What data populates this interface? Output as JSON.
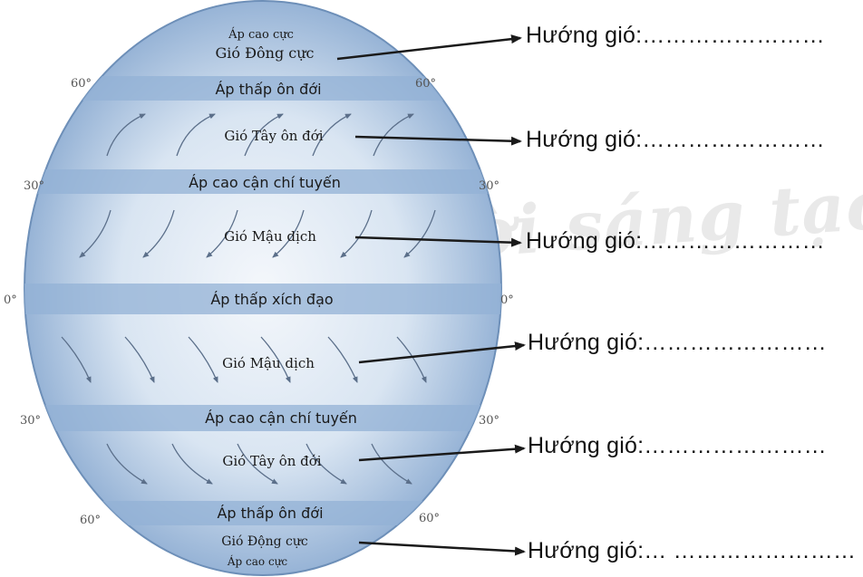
{
  "watermark": "Chân trời sáng tạo",
  "globe": {
    "belts": {
      "polar_high_top": "Áp cao cực",
      "polar_east_top": "Gió Đông cực",
      "subpolar_low_top": "Áp thấp ôn đới",
      "westerlies_top": "Gió Tây ôn đới",
      "subtropical_high_top": "Áp cao cận chí tuyến",
      "trade_top": "Gió Mậu dịch",
      "equatorial_low": "Áp thấp xích đạo",
      "trade_bottom": "Gió Mậu dịch",
      "subtropical_high_bottom": "Áp cao cận chí tuyến",
      "westerlies_bottom": "Gió Tây ôn đới",
      "subpolar_low_bottom": "Áp thấp ôn đới",
      "polar_east_bottom": "Gió Động cực",
      "polar_high_bottom": "Áp cao cực"
    },
    "latitudes": {
      "n60_left": "60°",
      "n60_right": "60°",
      "n30_left": "30°",
      "n30_right": "30°",
      "eq_left": "0°",
      "eq_right": "0°",
      "s30_left": "30°",
      "s30_right": "30°",
      "s60_left": "60°",
      "s60_right": "60°"
    }
  },
  "answers": [
    "Hướng gió:……………………",
    "Hướng gió:……………………",
    "Hướng gió:……………………",
    "Hướng gió:……………………",
    "Hướng gió:……………………",
    "Hướng gió:… ……………………"
  ],
  "colors": {
    "globe_center": "#f2f6fb",
    "globe_edge": "#86a7cf",
    "band": "#93b2d6",
    "outline": "#6d8fb8",
    "text": "#1a1a1a",
    "arrow": "#1a1a1a"
  }
}
